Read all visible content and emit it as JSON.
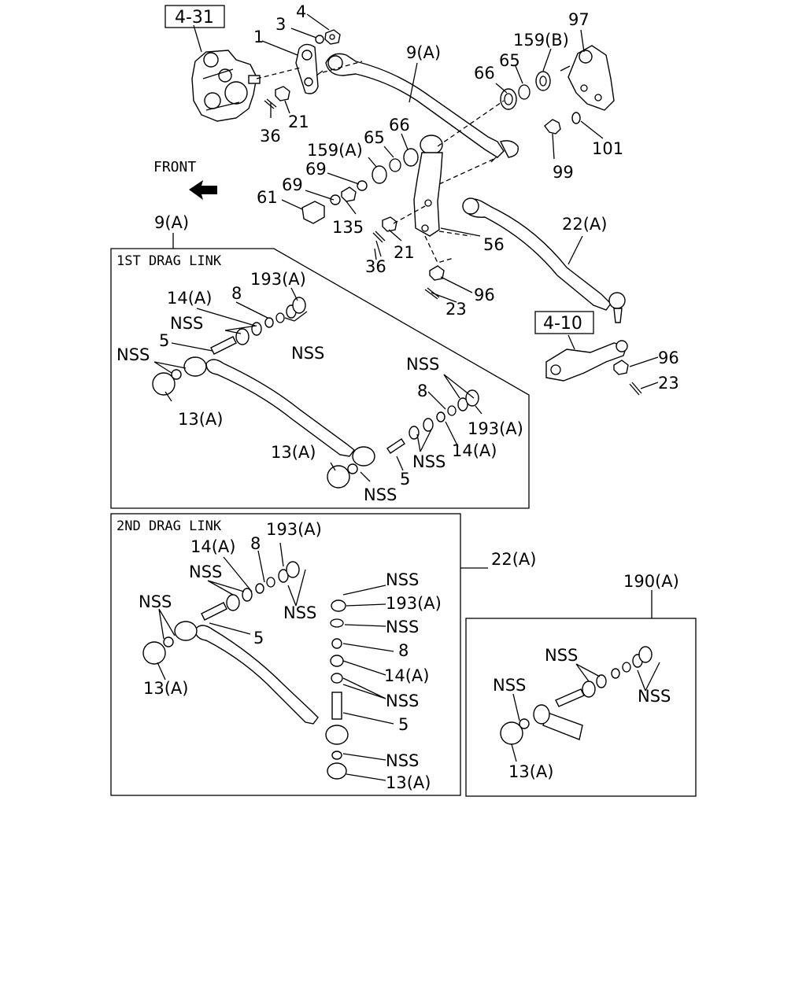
{
  "refs": {
    "r431": "4-31",
    "r410": "4-10"
  },
  "front_label": "FRONT",
  "boxes": {
    "first_title": "1ST DRAG LINK",
    "second_title": "2ND DRAG LINK"
  },
  "callouts": {
    "c1": "1",
    "c3": "3",
    "c4": "4",
    "c9a_top": "9(A)",
    "c159b": "159(B)",
    "c97": "97",
    "c65_top": "65",
    "c66_top": "66",
    "c36_top": "36",
    "c21_top": "21",
    "c159a": "159(A)",
    "c65_mid": "65",
    "c66_mid": "66",
    "c69_a": "69",
    "c69_b": "69",
    "c61": "61",
    "c135": "135",
    "c99": "99",
    "c101": "101",
    "c9a_box": "9(A)",
    "c22a_main": "22(A)",
    "c21_mid": "21",
    "c56": "56",
    "c36_mid": "36",
    "c96_a": "96",
    "c23_a": "23",
    "c96_b": "96",
    "c23_b": "23",
    "b1_193a": "193(A)",
    "b1_14a": "14(A)",
    "b1_8": "8",
    "b1_nss1": "NSS",
    "b1_5": "5",
    "b1_nss2": "NSS",
    "b1_nss3": "NSS",
    "b1_13a": "13(A)",
    "b1_nss4": "NSS",
    "b1_8b": "8",
    "b1_193a_b": "193(A)",
    "b1_nss5": "NSS",
    "b1_14a_b": "14(A)",
    "b1_13a_b": "13(A)",
    "b1_nss6": "NSS",
    "b1_5b": "5",
    "b2_193a": "193(A)",
    "b2_14a": "14(A)",
    "b2_8": "8",
    "b2_nss1": "NSS",
    "b2_nss2": "NSS",
    "b2_nss3": "NSS",
    "b2_5": "5",
    "b2_13a": "13(A)",
    "b2_nss4": "NSS",
    "b2_193a_b": "193(A)",
    "b2_nss5": "NSS",
    "b2_8b": "8",
    "b2_14a_b": "14(A)",
    "b2_nss6": "NSS",
    "b2_5b": "5",
    "b2_nss7": "NSS",
    "b2_13a_b": "13(A)",
    "c22a_box": "22(A)",
    "c190a": "190(A)",
    "b3_nss1": "NSS",
    "b3_nss2": "NSS",
    "b3_nss3": "NSS",
    "b3_13a": "13(A)"
  }
}
